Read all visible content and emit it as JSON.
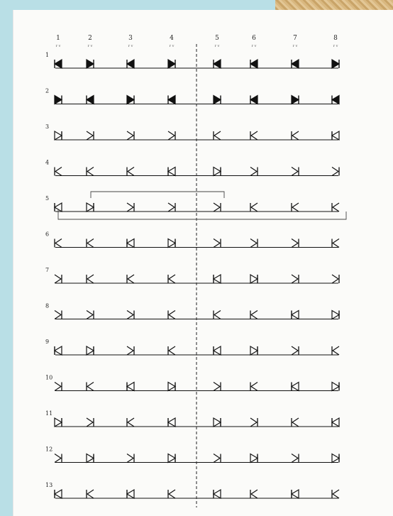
{
  "columns": [
    {
      "num": "1",
      "sub": "r v"
    },
    {
      "num": "2",
      "sub": "r v"
    },
    {
      "num": "3",
      "sub": "r v"
    },
    {
      "num": "4",
      "sub": "r v"
    },
    {
      "num": "5",
      "sub": "r v"
    },
    {
      "num": "6",
      "sub": "r v"
    },
    {
      "num": "7",
      "sub": "r v"
    },
    {
      "num": "8",
      "sub": "r v"
    }
  ],
  "rows": [
    {
      "label": "1",
      "symbols": [
        "bowtie-left-filled",
        "bowtie-right-filled",
        "bowtie-left-filled",
        "bowtie-right-filled",
        "bowtie-left-filled",
        "bowtie-left-filled",
        "bowtie-left-filled",
        "bowtie-right-filled"
      ]
    },
    {
      "label": "2",
      "symbols": [
        "bowtie-right-filled",
        "bowtie-left-filled",
        "bowtie-right-filled",
        "bowtie-left-filled",
        "bowtie-right-filled",
        "bowtie-left-filled",
        "bowtie-right-filled",
        "bowtie-left-filled"
      ]
    },
    {
      "label": "3",
      "symbols": [
        "bowtie-right-open",
        "chevron-right",
        "chevron-right",
        "chevron-right",
        "chevron-left",
        "chevron-left",
        "chevron-left",
        "bowtie-left-open"
      ]
    },
    {
      "label": "4",
      "symbols": [
        "chevron-left",
        "chevron-left",
        "chevron-left",
        "bowtie-left-open",
        "bowtie-right-open",
        "chevron-right",
        "chevron-right",
        "chevron-right"
      ]
    },
    {
      "label": "5",
      "symbols": [
        "bowtie-left-open",
        "bowtie-right-open",
        "chevron-right",
        "chevron-right",
        "chevron-right",
        "chevron-left",
        "chevron-left",
        "chevron-left"
      ]
    },
    {
      "label": "6",
      "symbols": [
        "chevron-left",
        "chevron-left",
        "bowtie-left-open",
        "bowtie-right-open",
        "chevron-right",
        "chevron-right",
        "chevron-right",
        "chevron-left"
      ]
    },
    {
      "label": "7",
      "symbols": [
        "chevron-right",
        "chevron-left",
        "chevron-left",
        "chevron-left",
        "bowtie-left-open",
        "bowtie-right-open",
        "chevron-right",
        "chevron-right"
      ]
    },
    {
      "label": "8",
      "symbols": [
        "chevron-right",
        "chevron-right",
        "chevron-right",
        "chevron-left",
        "chevron-left",
        "chevron-left",
        "bowtie-left-open",
        "bowtie-right-open"
      ]
    },
    {
      "label": "9",
      "symbols": [
        "bowtie-left-open",
        "bowtie-right-open",
        "chevron-right",
        "chevron-left",
        "bowtie-left-open",
        "bowtie-right-open",
        "chevron-right",
        "chevron-left"
      ]
    },
    {
      "label": "10",
      "symbols": [
        "chevron-right",
        "chevron-left",
        "bowtie-left-open",
        "bowtie-right-open",
        "chevron-right",
        "chevron-left",
        "bowtie-left-open",
        "bowtie-right-open"
      ]
    },
    {
      "label": "11",
      "symbols": [
        "bowtie-right-open",
        "chevron-right",
        "chevron-left",
        "bowtie-left-open",
        "bowtie-right-open",
        "chevron-right",
        "chevron-left",
        "bowtie-left-open"
      ]
    },
    {
      "label": "12",
      "symbols": [
        "chevron-right",
        "bowtie-right-open",
        "chevron-right",
        "bowtie-right-open",
        "chevron-right",
        "bowtie-right-open",
        "chevron-right",
        "bowtie-right-open"
      ]
    },
    {
      "label": "13",
      "symbols": [
        "bowtie-left-open",
        "chevron-left",
        "bowtie-left-open",
        "chevron-left",
        "bowtie-left-open",
        "chevron-left",
        "bowtie-left-open",
        "chevron-left"
      ]
    }
  ],
  "colors": {
    "background": "#b9dfe6",
    "paper": "#fbfbf9",
    "ink": "#111111"
  }
}
